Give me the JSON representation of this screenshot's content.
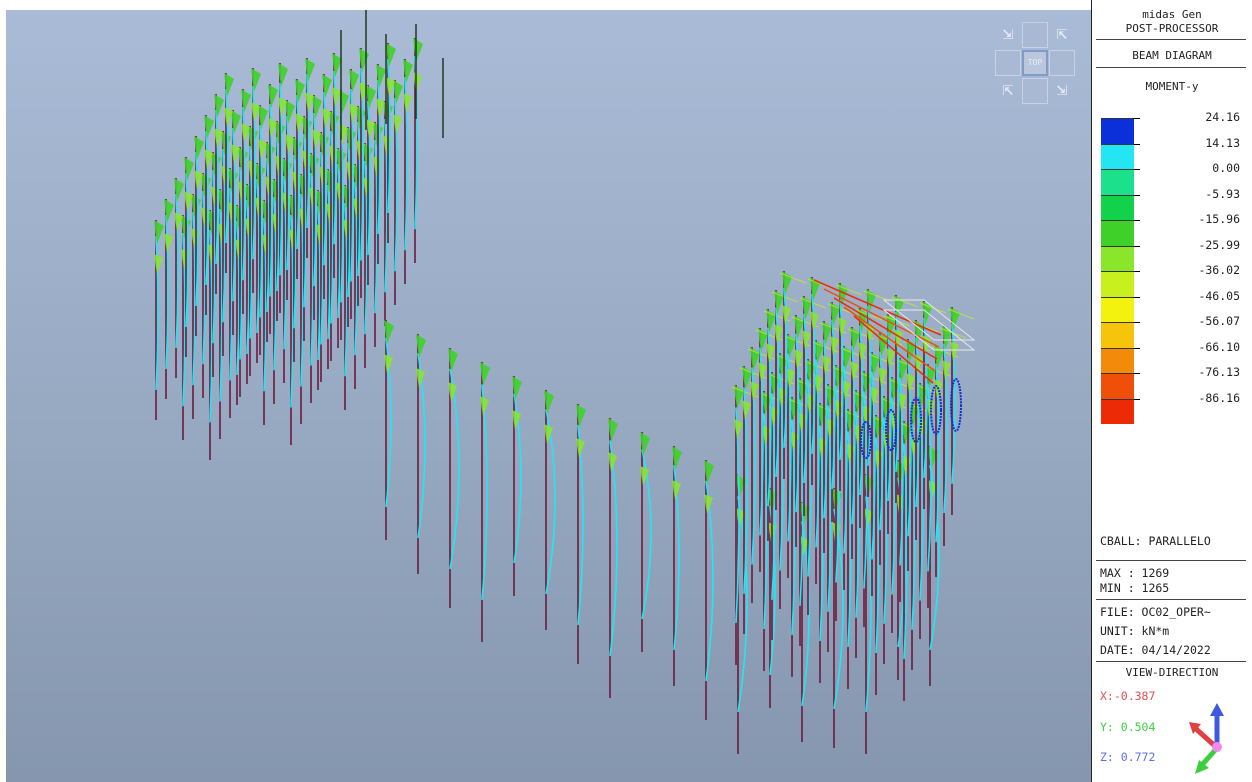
{
  "header": {
    "app_name": "midas Gen",
    "module": "POST-PROCESSOR",
    "diagram_type": "BEAM DIAGRAM",
    "component": "MOMENT-y"
  },
  "view_cube": {
    "face_label": "TOP"
  },
  "legend": {
    "values": [
      "24.16",
      "14.13",
      "0.00",
      "-5.93",
      "-15.96",
      "-25.99",
      "-36.02",
      "-46.05",
      "-56.07",
      "-66.10",
      "-76.13",
      "-86.16"
    ],
    "colors": [
      "#0b2fd8",
      "#23e6f2",
      "#1de08c",
      "#12d14a",
      "#3fd12a",
      "#8ae62b",
      "#c8f01f",
      "#f2f20e",
      "#f7c40c",
      "#f38a0a",
      "#ef4f08",
      "#ec2a05"
    ]
  },
  "info": {
    "load_case": "CBALL: PARALLELO",
    "max": "MAX : 1269",
    "min": "MIN : 1265",
    "file": "FILE: OC02_OPER~",
    "unit": "UNIT: kN*m",
    "date": "DATE: 04/14/2022",
    "view_direction_title": "VIEW-DIRECTION",
    "view_x": "X:-0.387",
    "view_y": "Y: 0.504",
    "view_z": "Z: 0.772"
  },
  "colors": {
    "viewport_top": "#a9bbd6",
    "viewport_bottom": "#8596ae",
    "column": "#6b1b3c",
    "cyan": "#23e6f2",
    "green": "#3fd12a",
    "red": "#ec2a05",
    "blue": "#0b2fd8",
    "axis_x": "#e04040",
    "axis_y": "#3ccf3c",
    "axis_z": "#3c5ae0"
  }
}
